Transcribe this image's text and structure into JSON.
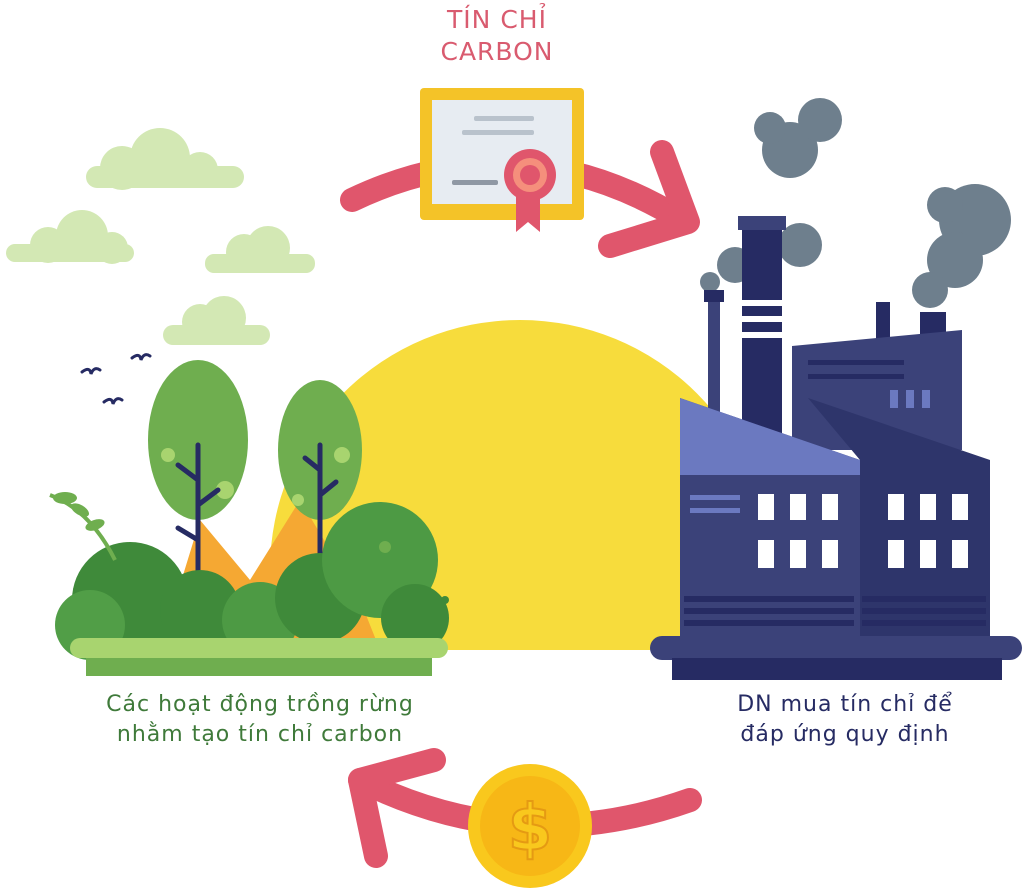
{
  "credit": {
    "title_line1": "TÍN CHỈ",
    "title_line2": "CARBON"
  },
  "forest": {
    "line1": "Các hoạt động trồng rừng",
    "line2": "nhằm tạo tín chỉ carbon"
  },
  "company": {
    "line1": "DN mua tín chỉ để",
    "line2": "đáp ứng quy định"
  },
  "coin": {
    "symbol": "$"
  },
  "colors": {
    "arrow": "#e0566c",
    "sun": "#f7dc3c",
    "factory": "#3b4279",
    "tree": "#6fae4f",
    "cloud": "#d3e8b4",
    "coin": "#f9c81d",
    "smoke": "#6e7f8d"
  }
}
